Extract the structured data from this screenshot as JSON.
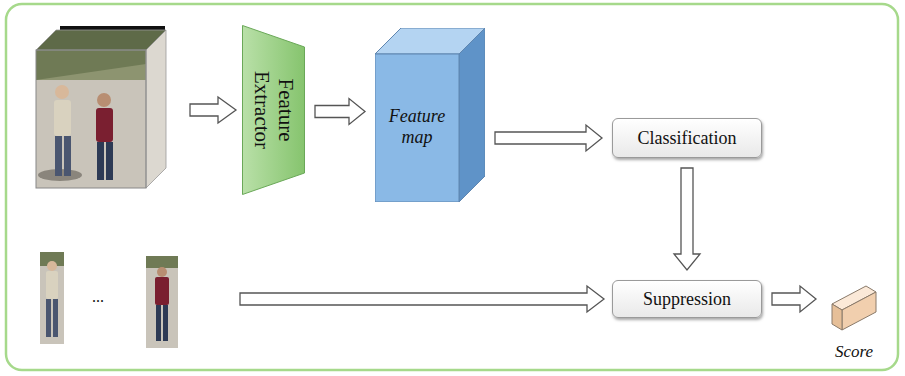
{
  "diagram": {
    "nodes": [
      {
        "text": [
          "Feature Extractor"
        ]
      },
      {
        "text": [
          "Feature map"
        ]
      },
      {
        "text": [
          "Classification"
        ]
      },
      {
        "text": [
          "Suppression"
        ]
      },
      {
        "text": [
          "Score"
        ]
      }
    ],
    "edges": [
      {
        "from": 0,
        "to": 1,
        "arrow": "to"
      },
      {
        "from": 1,
        "to": 2,
        "arrow": "to"
      },
      {
        "from": 2,
        "to": 3,
        "arrow": "to"
      },
      {
        "from": 3,
        "to": 4,
        "arrow": "to"
      }
    ],
    "labels": [
      "..."
    ]
  }
}
